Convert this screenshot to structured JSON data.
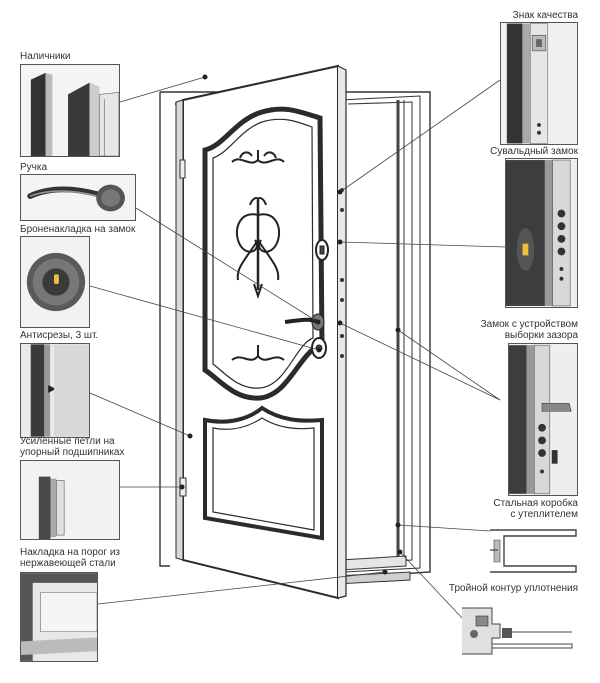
{
  "callouts": {
    "trim": "Наличники",
    "handle": "Ручка",
    "armor_plate": "Броненакладка на замок",
    "anti_cut": "Антисрезы, 3 шт.",
    "hinges": [
      "Усиленные петли на",
      "упорный подшипниках"
    ],
    "threshold": [
      "Накладка на порог из",
      "нержавеющей стали"
    ],
    "quality_mark": "Знак качества",
    "lever_lock": "Сувальдный замок",
    "gap_lock": [
      "Замок с устройством",
      "выборки зазора"
    ],
    "steel_box": [
      "Стальная коробка",
      "с утеплителем"
    ],
    "seal": "Тройной контур уплотнения"
  },
  "colors": {
    "line": "#333333",
    "dark": "#2b2b2b",
    "mid": "#6b6b6b",
    "light": "#d9d9d9"
  }
}
